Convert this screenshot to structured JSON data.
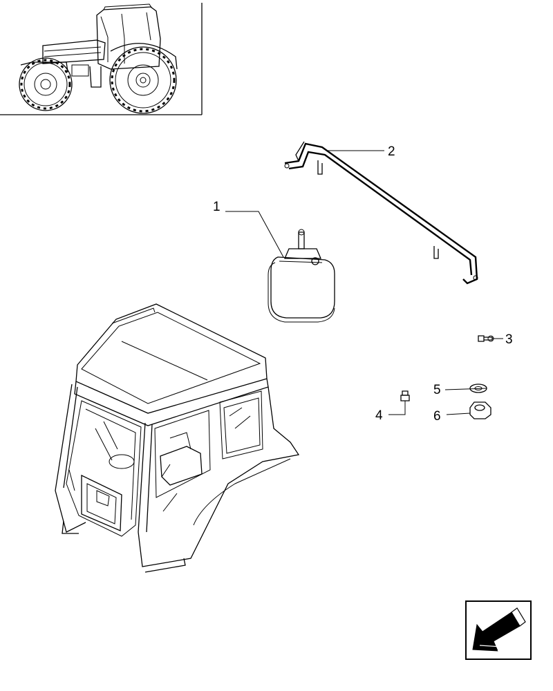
{
  "diagram": {
    "callouts": [
      {
        "id": "1",
        "label": "1"
      },
      {
        "id": "2",
        "label": "2"
      },
      {
        "id": "3",
        "label": "3"
      },
      {
        "id": "4",
        "label": "4"
      },
      {
        "id": "5",
        "label": "5"
      },
      {
        "id": "6",
        "label": "6"
      }
    ],
    "parts": [
      "tractor-thumbnail",
      "work-lamp",
      "lamp-bracket",
      "bolt",
      "screw",
      "washer",
      "nut",
      "cab"
    ],
    "colors": {
      "ink": "#000000",
      "paper": "#ffffff",
      "nav_fill": "#000000"
    },
    "nav_icon": "arrow-down-left-icon"
  }
}
